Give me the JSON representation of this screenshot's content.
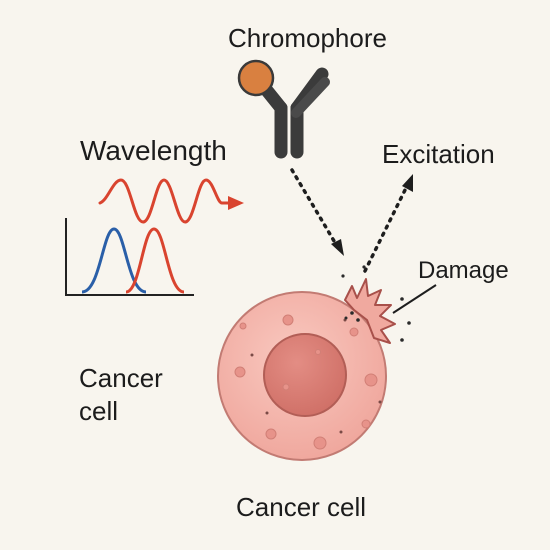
{
  "labels": {
    "chromophore": "Chromophore",
    "wavelength": "Wavelength",
    "excitation": "Excitation",
    "damage": "Damage",
    "cancer_cell_side": "Cancer cell",
    "cancer_cell_bottom": "Cancer cell"
  },
  "colors": {
    "background": "#f8f5ee",
    "wave_red": "#d9442f",
    "spectrum_blue": "#2a5fa8",
    "spectrum_red": "#d9442f",
    "antibody": "#3d3d3d",
    "chromophore_dot": "#d98040",
    "cell_membrane": "#f3b1a8",
    "cell_edge": "#c87d76",
    "nucleus": "#d97e76",
    "nucleus_edge": "#b56058"
  },
  "icons": {
    "antibody": "y-shaped-antibody-icon",
    "chromophore": "orange-circle-icon",
    "wave": "sine-wave-arrow-icon",
    "spectrum": "absorption-emission-spectrum-icon",
    "damage": "membrane-burst-icon"
  }
}
